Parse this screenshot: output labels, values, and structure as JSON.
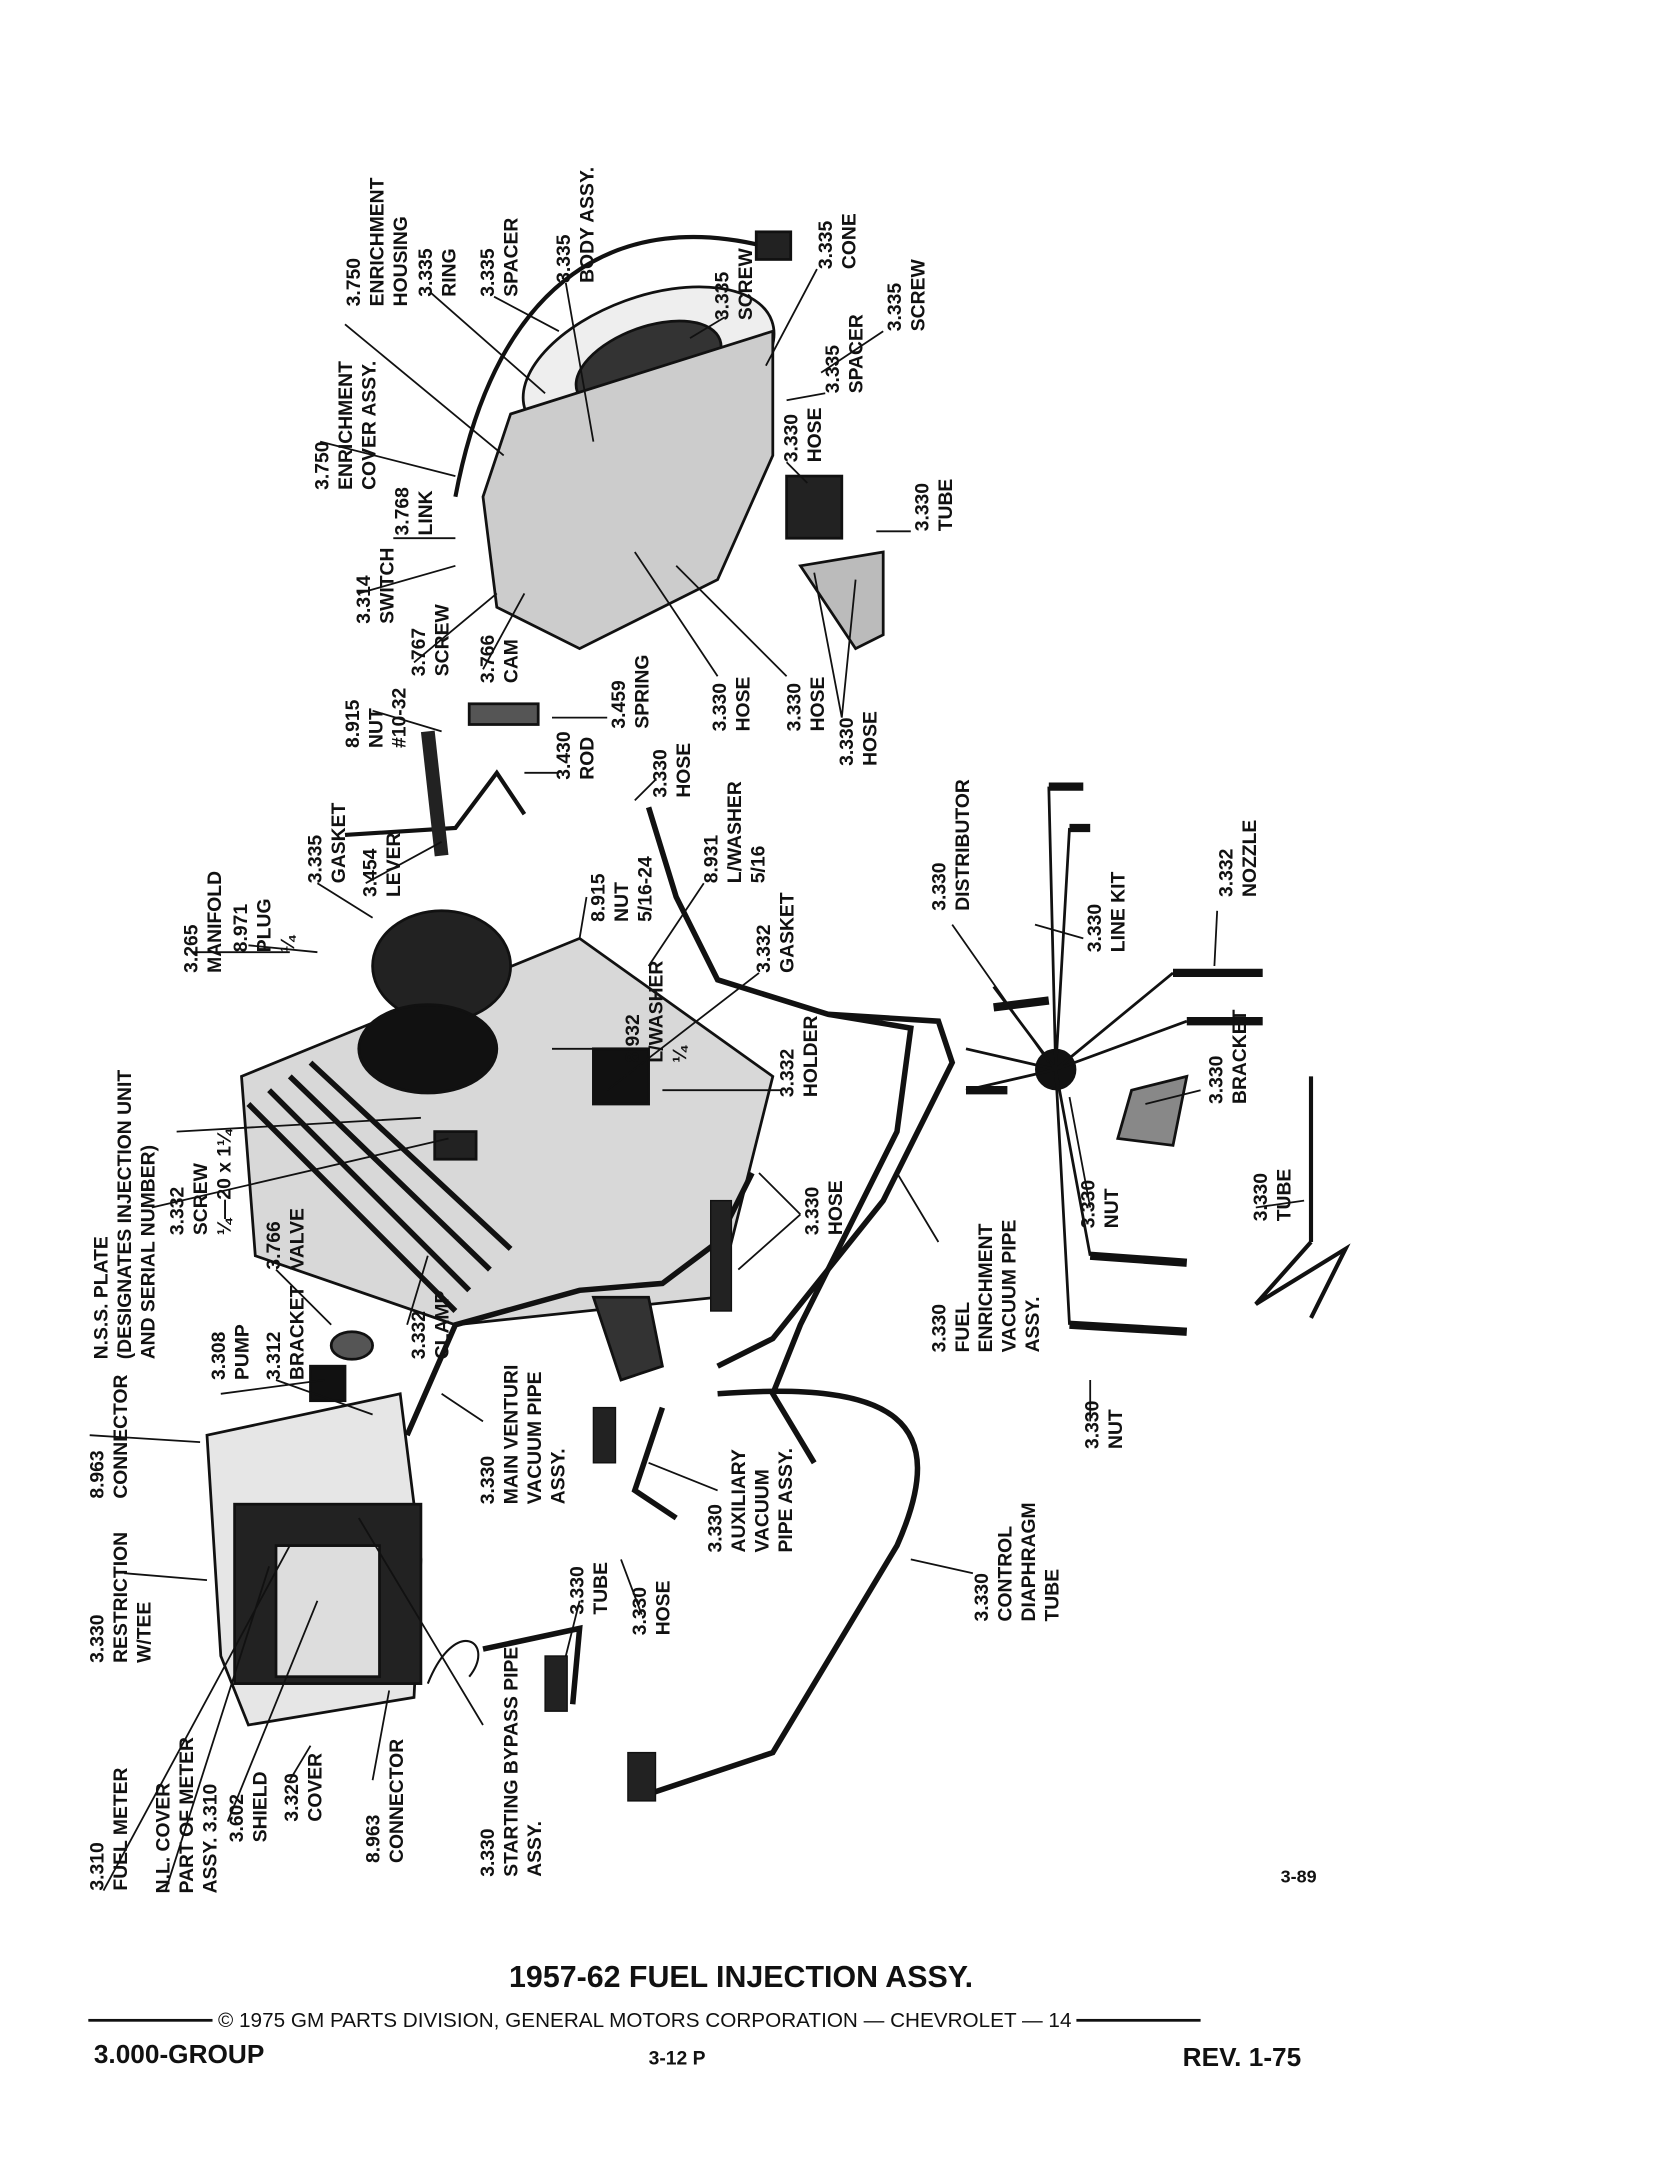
{
  "title": "1957-62 FUEL INJECTION ASSY.",
  "figure_number": "3-89",
  "footer": {
    "copyright": "© 1975 GM PARTS DIVISION, GENERAL MOTORS CORPORATION — CHEVROLET — 14",
    "group": "3.000-GROUP",
    "page": "3-12  P",
    "revision": "REV. 1-75"
  },
  "labels": [
    {
      "lines": [
        "3.750",
        "ENRICHMENT",
        "HOUSING"
      ]
    },
    {
      "lines": [
        "3.335",
        "RING"
      ]
    },
    {
      "lines": [
        "3.335",
        "SPACER"
      ]
    },
    {
      "lines": [
        "3.335",
        "BODY  ASSY."
      ]
    },
    {
      "lines": [
        "3.335",
        "SCREW"
      ]
    },
    {
      "lines": [
        "3.335",
        "CONE"
      ]
    },
    {
      "lines": [
        "3.335",
        "SCREW"
      ]
    },
    {
      "lines": [
        "3.335",
        "SPACER"
      ]
    },
    {
      "lines": [
        "3.330",
        "HOSE"
      ]
    },
    {
      "lines": [
        "3.330",
        "TUBE"
      ]
    },
    {
      "lines": [
        "3.750",
        "ENRICHMENT",
        "COVER  ASSY."
      ]
    },
    {
      "lines": [
        "3.768",
        "LINK"
      ]
    },
    {
      "lines": [
        "3.314",
        "SWITCH"
      ]
    },
    {
      "lines": [
        "3.767",
        "SCREW"
      ]
    },
    {
      "lines": [
        "3.766",
        "CAM"
      ]
    },
    {
      "lines": [
        "8.915",
        "NUT",
        "#10-32"
      ]
    },
    {
      "lines": [
        "3.459",
        "SPRING"
      ]
    },
    {
      "lines": [
        "3.330",
        "HOSE"
      ]
    },
    {
      "lines": [
        "3.330",
        "HOSE"
      ]
    },
    {
      "lines": [
        "3.330",
        "HOSE"
      ]
    },
    {
      "lines": [
        "3.430",
        "ROD"
      ]
    },
    {
      "lines": [
        "3.330",
        "HOSE"
      ]
    },
    {
      "lines": [
        "3.454",
        "LEVER"
      ]
    },
    {
      "lines": [
        "3.335",
        "GASKET"
      ]
    },
    {
      "lines": [
        "3.265",
        "MANIFOLD"
      ]
    },
    {
      "lines": [
        "8.971",
        "PLUG",
        "¼"
      ]
    },
    {
      "lines": [
        "8.915",
        "NUT",
        "5/16-24"
      ]
    },
    {
      "lines": [
        "8.931",
        "L/WASHER",
        "5/16"
      ]
    },
    {
      "lines": [
        "3.332",
        "GASKET"
      ]
    },
    {
      "lines": [
        "8.932",
        "L/WASHER",
        "¼"
      ]
    },
    {
      "lines": [
        "3.332",
        "HOLDER"
      ]
    },
    {
      "lines": [
        "3.330",
        "DISTRIBUTOR"
      ]
    },
    {
      "lines": [
        "3.330",
        "LINE KIT"
      ]
    },
    {
      "lines": [
        "3.332",
        "NOZZLE"
      ]
    },
    {
      "lines": [
        "3.330",
        "BRACKET"
      ]
    },
    {
      "lines": [
        "3.330",
        "NUT"
      ]
    },
    {
      "lines": [
        "3.330",
        "TUBE"
      ]
    },
    {
      "lines": [
        "N.S.S. PLATE",
        "(DESIGNATES INJECTION UNIT",
        "AND SERIAL NUMBER)"
      ]
    },
    {
      "lines": [
        "3.332",
        "SCREW",
        "¼—20 x 1¼"
      ]
    },
    {
      "lines": [
        "3.766",
        "VALVE"
      ]
    },
    {
      "lines": [
        "3.308",
        "PUMP"
      ]
    },
    {
      "lines": [
        "3.312",
        "BRACKET"
      ]
    },
    {
      "lines": [
        "3.332",
        "CLAMP"
      ]
    },
    {
      "lines": [
        "3.330",
        "HOSE"
      ]
    },
    {
      "lines": [
        "3.330",
        "FUEL",
        "ENRICHMENT",
        "VACUUM PIPE",
        "ASSY."
      ]
    },
    {
      "lines": [
        "3.330",
        "NUT"
      ]
    },
    {
      "lines": [
        "3.330",
        "RESTRICTION",
        "W/TEE"
      ]
    },
    {
      "lines": [
        "8.963",
        "CONNECTOR"
      ]
    },
    {
      "lines": [
        "3.310",
        "FUEL METER"
      ]
    },
    {
      "lines": [
        "N.L. COVER",
        "PART OF METER",
        "ASSY. 3.310"
      ]
    },
    {
      "lines": [
        "3.602",
        "SHIELD"
      ]
    },
    {
      "lines": [
        "3.320",
        "COVER"
      ]
    },
    {
      "lines": [
        "8.963",
        "CONNECTOR"
      ]
    },
    {
      "lines": [
        "3.330",
        "STARTING BYPASS PIPE",
        "ASSY."
      ]
    },
    {
      "lines": [
        "3.330",
        "MAIN VENTURI",
        "VACUUM PIPE",
        "ASSY."
      ]
    },
    {
      "lines": [
        "3.330",
        "TUBE"
      ]
    },
    {
      "lines": [
        "3.330",
        "HOSE"
      ]
    },
    {
      "lines": [
        "3.330",
        "AUXILIARY",
        "VACUUM",
        "PIPE ASSY."
      ]
    },
    {
      "lines": [
        "3.330",
        "CONTROL",
        "DIAPHRAGM",
        "TUBE"
      ]
    }
  ]
}
